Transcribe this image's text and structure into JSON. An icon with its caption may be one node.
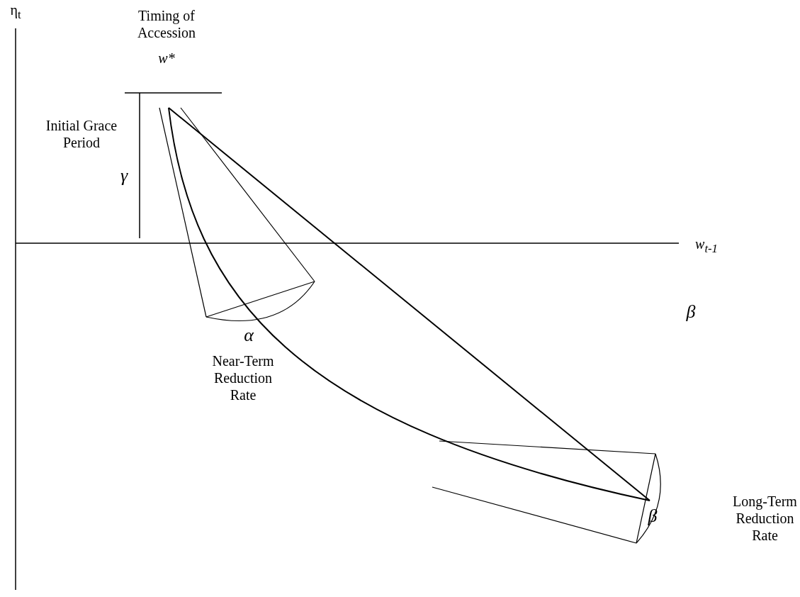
{
  "diagram": {
    "labels": [
      "η$_{t}$",
      "Timing of Accession",
      "w*",
      "Initial Grace Period",
      "γ",
      "w$_{t-1}$",
      "β",
      "α",
      "Near-Term Reduction Rate",
      "β",
      "Long-Term Reduction Rate"
    ]
  }
}
